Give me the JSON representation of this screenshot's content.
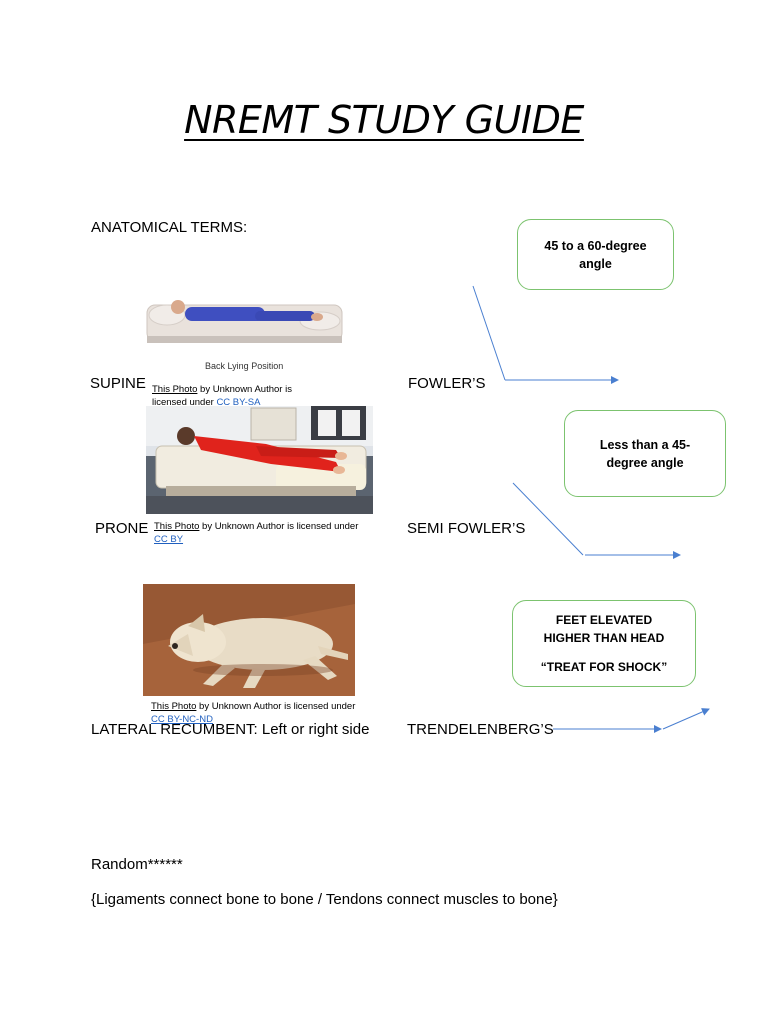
{
  "title": "NREMT STUDY GUIDE",
  "section_heading": "ANATOMICAL TERMS:",
  "positions_left": {
    "supine": "SUPINE",
    "prone": "PRONE",
    "lateral": "LATERAL RECUMBENT: Left or right side"
  },
  "positions_right": {
    "fowlers": "FOWLER’S",
    "semi_fowlers": "SEMI FOWLER’S",
    "trendelenburg": "TRENDELENBERG’S"
  },
  "boxes": {
    "fowlers": "45 to a 60-degree angle",
    "semi_fowlers": "Less than a 45-degree angle",
    "trendelenburg_line1": "FEET ELEVATED HIGHER THAN HEAD",
    "trendelenburg_line2": "“TREAT FOR SHOCK”"
  },
  "image_labels": {
    "back_lying": "Back Lying Position"
  },
  "captions": {
    "supine": {
      "photo_link": "This Photo",
      "text": " by Unknown Author is licensed under ",
      "license": "CC BY-SA"
    },
    "prone": {
      "photo_link": "This Photo",
      "text": " by Unknown Author is licensed under ",
      "license": "CC BY"
    },
    "lateral": {
      "photo_link": "This Photo",
      "text": " by Unknown Author is licensed under ",
      "license": "CC BY-NC-ND"
    }
  },
  "random_heading": "Random******",
  "random_note": "{Ligaments connect bone to bone / Tendons connect muscles to bone}",
  "colors": {
    "box_border": "#7cc36f",
    "arrow": "#4a7fd0",
    "link": "#1f5fbf"
  }
}
